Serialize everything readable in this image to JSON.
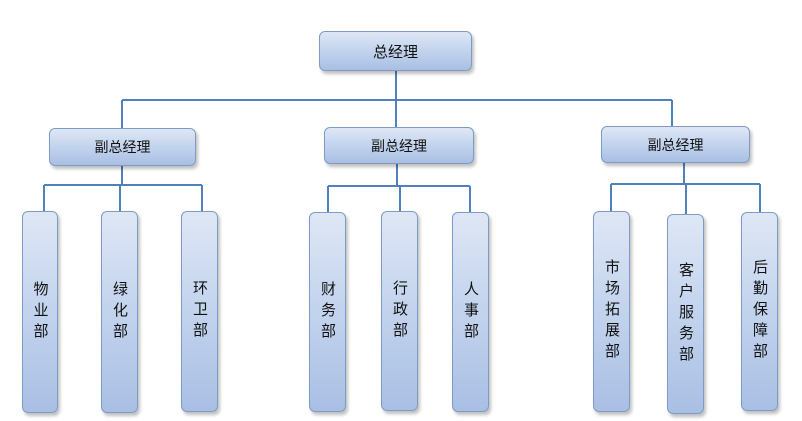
{
  "root": {
    "label": "总经理"
  },
  "deputies": [
    {
      "label": "副总经理",
      "departments": [
        "物业部",
        "绿化部",
        "环卫部"
      ]
    },
    {
      "label": "副总经理",
      "departments": [
        "财务部",
        "行政部",
        "人事部"
      ]
    },
    {
      "label": "副总经理",
      "departments": [
        "市场拓展部",
        "客户服务部",
        "后勤保障部"
      ]
    }
  ],
  "colors": {
    "line": "#4f81bd",
    "box_border": "#7d9bc4",
    "box_fill": "#c5d5ee"
  }
}
